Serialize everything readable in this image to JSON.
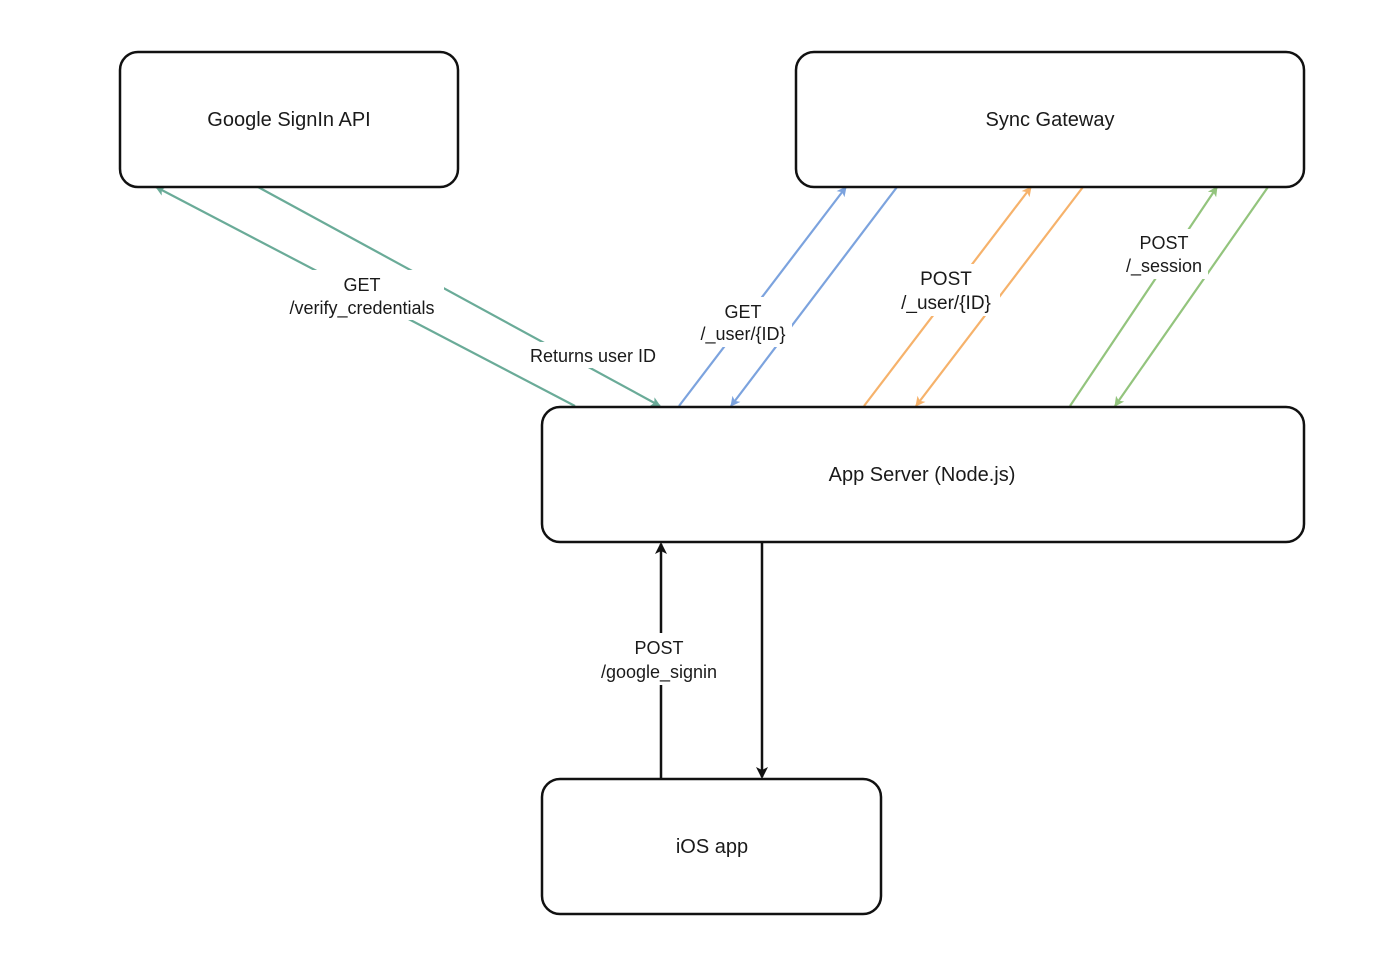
{
  "colors": {
    "teal": "#6aab98",
    "blue": "#7ca3de",
    "orange": "#f6b26b",
    "green": "#93c47d",
    "black": "#111111"
  },
  "nodes": {
    "google": {
      "label": "Google SignIn API"
    },
    "sync": {
      "label": "Sync Gateway"
    },
    "app_server": {
      "label": "App Server (Node.js)"
    },
    "ios": {
      "label": "iOS app"
    }
  },
  "edges": {
    "verify": {
      "line1": "GET",
      "line2": "/verify_credentials",
      "from": "App Server (Node.js)",
      "to": "Google SignIn API",
      "color": "teal"
    },
    "returns": {
      "line1": "Returns user ID",
      "from": "Google SignIn API",
      "to": "App Server (Node.js)",
      "color": "teal"
    },
    "get_user": {
      "line1": "GET",
      "line2": "/_user/{ID}",
      "from": "App Server (Node.js)",
      "to": "Sync Gateway",
      "color": "blue"
    },
    "post_user": {
      "line1": "POST",
      "line2": "/_user/{ID}",
      "from": "App Server (Node.js)",
      "to": "Sync Gateway",
      "color": "orange"
    },
    "post_session": {
      "line1": "POST",
      "line2": "/_session",
      "from": "App Server (Node.js)",
      "to": "Sync Gateway",
      "color": "green"
    },
    "google_signin": {
      "line1": "POST",
      "line2": "/google_signin",
      "from": "iOS app",
      "to": "App Server (Node.js)",
      "color": "black"
    }
  }
}
